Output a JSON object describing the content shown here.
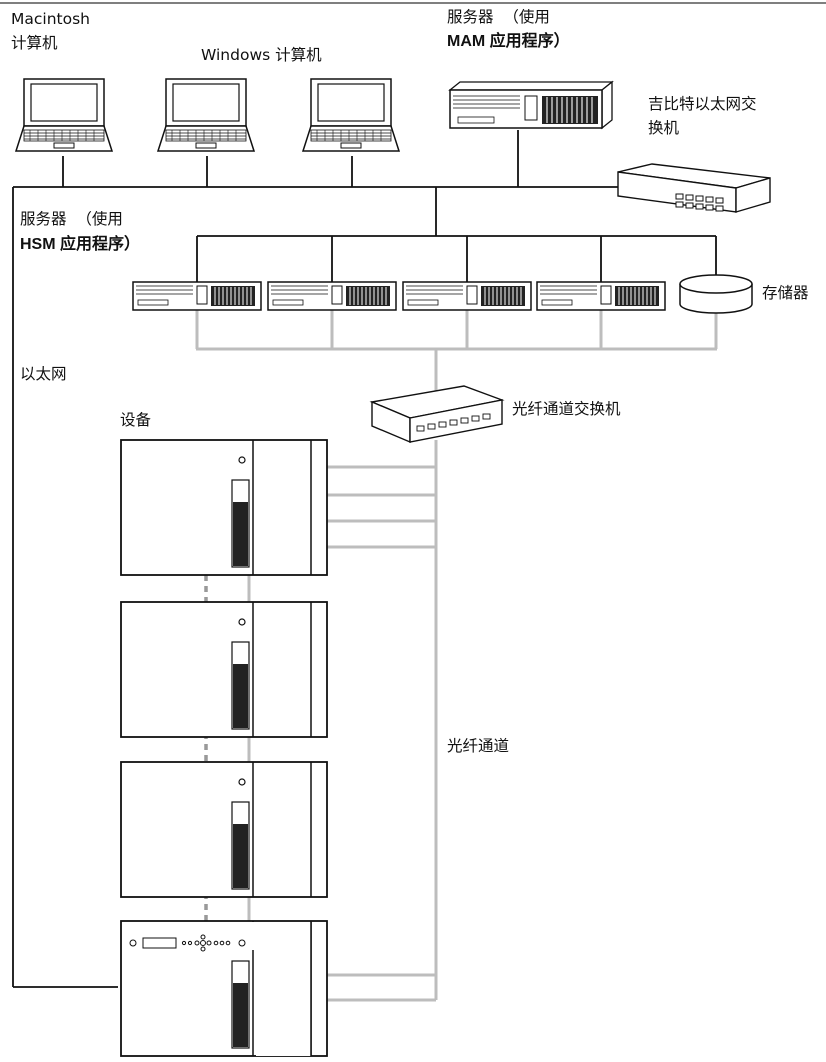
{
  "labels": {
    "mac_line1": "Macintosh",
    "mac_line2": "计算机",
    "windows": "Windows 计算机",
    "mam_server_line1": "服务器  （使用",
    "mam_server_line2": "MAM 应用程序）",
    "gigabit_switch_line1": "吉比特以太网交",
    "gigabit_switch_line2": "换机",
    "hsm_server_line1": "服务器  （使用",
    "hsm_server_line2": "HSM 应用程序）",
    "storage": "存储器",
    "ethernet": "以太网",
    "fc_switch": "光纤通道交换机",
    "devices": "设备",
    "fibre_channel": "光纤通道"
  },
  "colors": {
    "ethernet_line": "#111111",
    "fibre_line": "#bdbdbd",
    "device_fill": "#ffffff",
    "meter_fill": "#222222"
  }
}
